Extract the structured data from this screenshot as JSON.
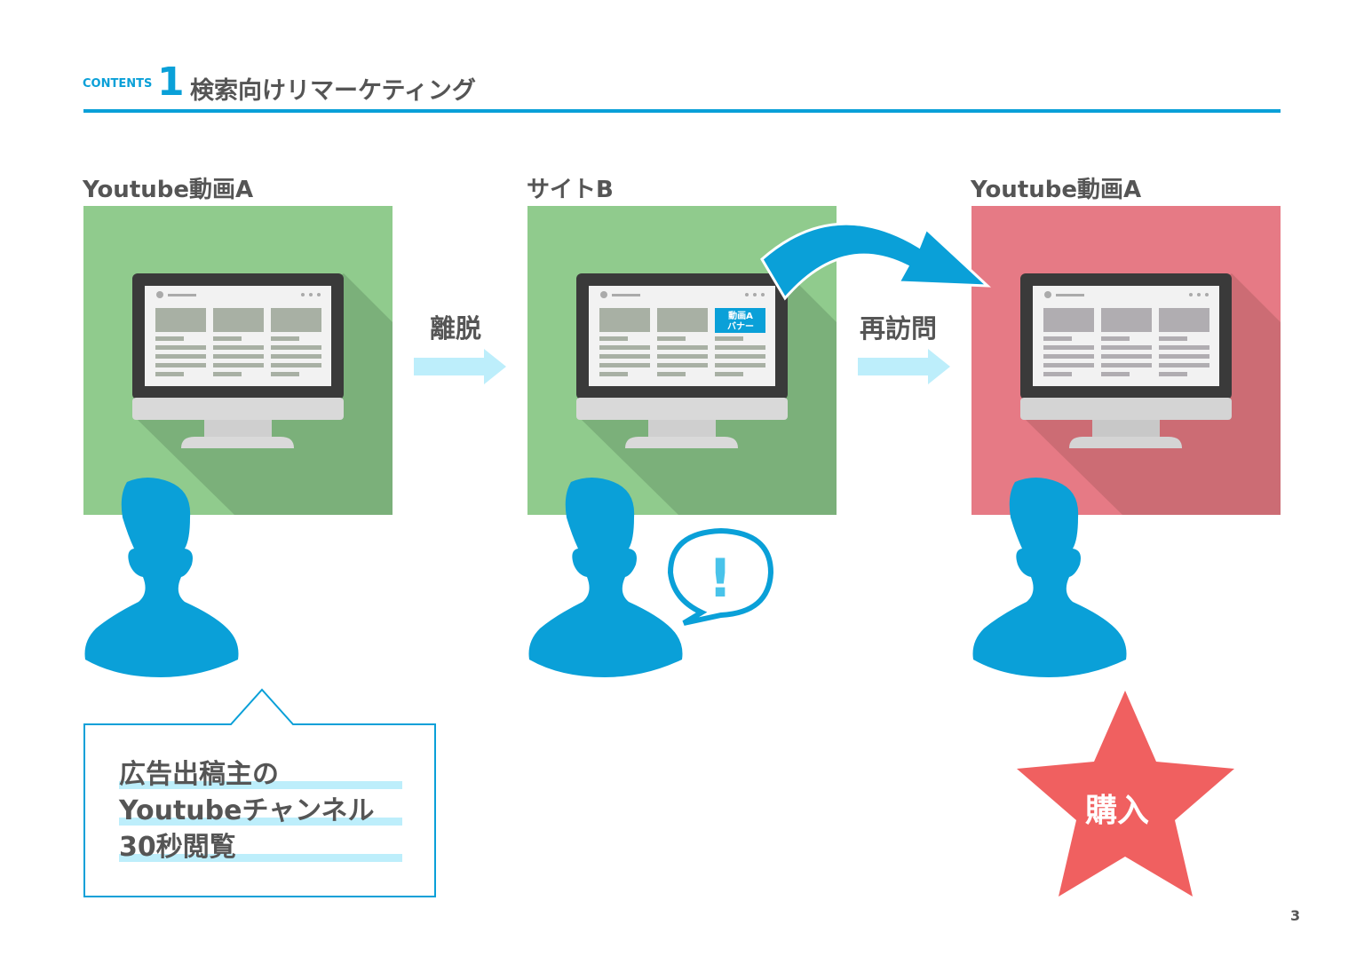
{
  "header": {
    "contents_label": "CONTENTS",
    "number": "1",
    "title": "検索向けリマーケティング"
  },
  "steps": [
    {
      "label": "Youtube動画A",
      "panel_color": "#90cb8d"
    },
    {
      "label": "サイトB",
      "panel_color": "#90cb8d",
      "banner_line1": "動画A",
      "banner_line2": "バナー"
    },
    {
      "label": "Youtube動画A",
      "panel_color": "#e67a85"
    }
  ],
  "transitions": [
    {
      "label": "離脱"
    },
    {
      "label": "再訪問"
    }
  ],
  "callout": {
    "lines": [
      "広告出稿主の",
      "Youtubeチャンネル",
      "30秒閲覧"
    ]
  },
  "reaction": {
    "symbol": "!"
  },
  "result": {
    "label": "購入"
  },
  "page_number": "3",
  "colors": {
    "accent": "#0aa0d8",
    "arrow_light": "#bdeefb",
    "star": "#f06060"
  }
}
